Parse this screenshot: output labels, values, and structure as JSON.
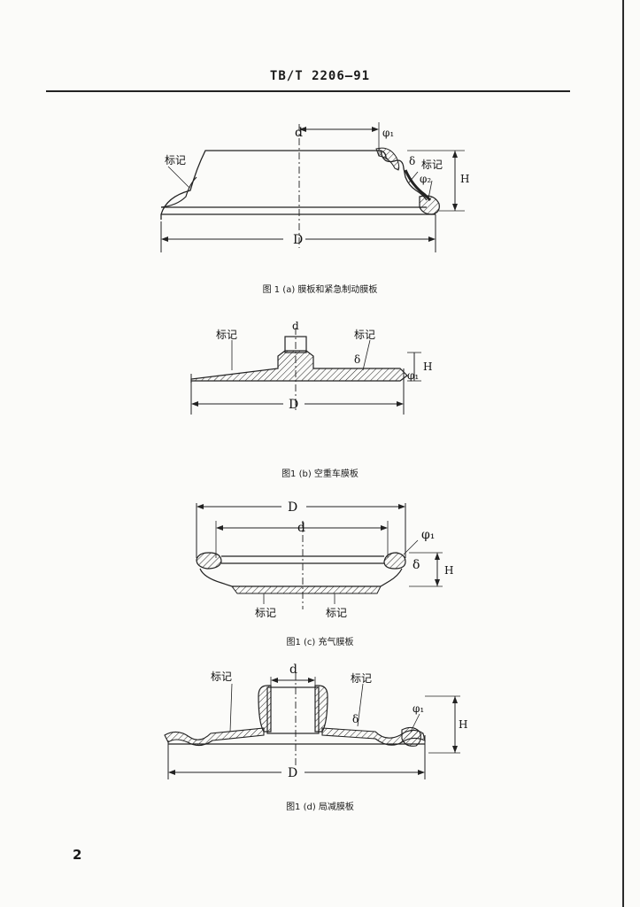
{
  "header": {
    "standard_code": "TB/T 2206—91"
  },
  "figures": [
    {
      "caption": "图 1 (a)  膜板和紧急制动膜板",
      "labels": {
        "mark": "标记",
        "mark2": "标记",
        "d": "d",
        "D": "D",
        "H": "H",
        "phi1": "φ₁",
        "phi2": "φ₂",
        "delta": "δ"
      }
    },
    {
      "caption": "图1 (b)   空重车膜板",
      "labels": {
        "mark": "标记",
        "mark2": "标记",
        "d": "d",
        "D": "D",
        "H": "H",
        "phi1": "φ₁",
        "delta": "δ"
      }
    },
    {
      "caption": "图1 (c)   充气膜板",
      "labels": {
        "mark": "标记",
        "mark2": "标记",
        "d": "d",
        "D": "D",
        "H": "H",
        "phi1": "φ₁",
        "delta": "δ"
      }
    },
    {
      "caption": "图1 (d)   局减膜板",
      "labels": {
        "mark": "标记",
        "mark2": "标记",
        "d": "d",
        "D": "D",
        "H": "H",
        "phi1": "φ₁",
        "delta": "δ"
      }
    }
  ],
  "footer": {
    "page_number": "2"
  }
}
